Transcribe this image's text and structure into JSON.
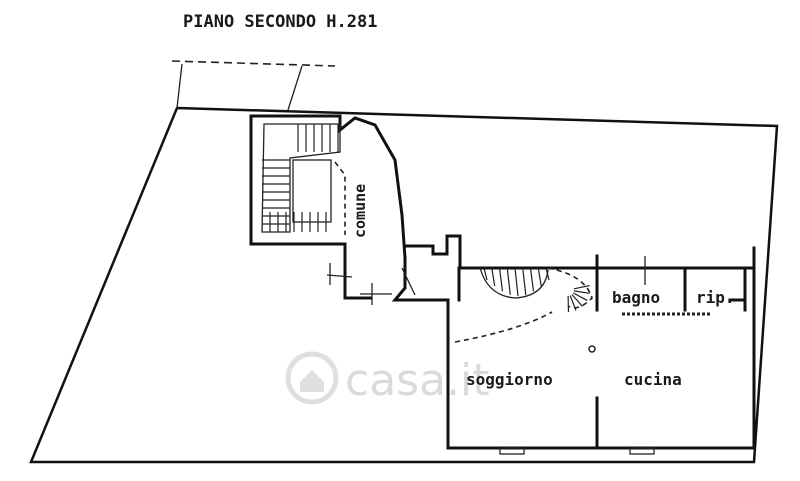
{
  "title": "PIANO SECONDO H.281",
  "rooms": {
    "comune": "comune",
    "bagno": "bagno",
    "rip": "rip.",
    "soggiorno": "soggiorno",
    "cucina": "cucina"
  },
  "watermark": "casa.it",
  "colors": {
    "ink": "#111111",
    "background": "#ffffff",
    "watermark": "#d6d6d6"
  }
}
